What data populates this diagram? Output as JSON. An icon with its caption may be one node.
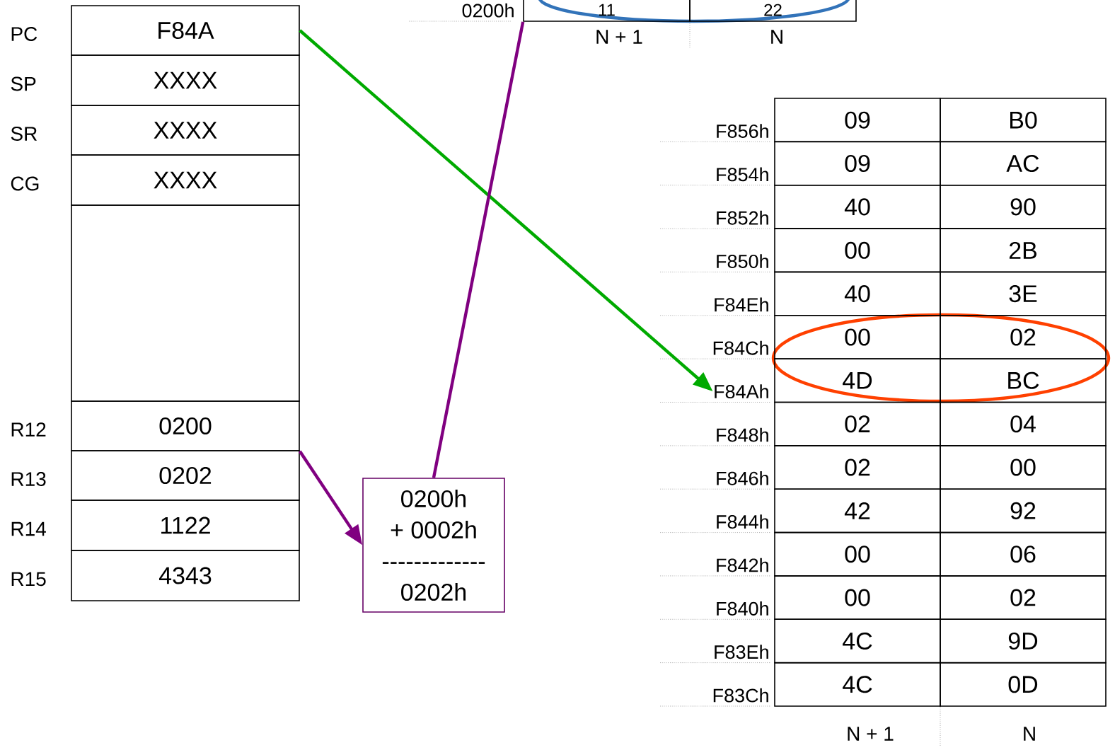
{
  "diagram": {
    "nodes": [
      {
        "text": [
          "F84A"
        ],
        "beside": [
          "PC"
        ]
      },
      {
        "text": [
          "XXXX"
        ],
        "beside": [
          "SP"
        ]
      },
      {
        "text": [
          "XXXX"
        ],
        "beside": [
          "SR"
        ]
      },
      {
        "text": [
          "XXXX"
        ],
        "beside": [
          "CG"
        ]
      },
      {
        "text": [],
        "shape": "box"
      },
      {
        "text": [
          "0200"
        ],
        "beside": [
          "R12"
        ]
      },
      {
        "text": [
          "0202"
        ],
        "beside": [
          "R13"
        ]
      },
      {
        "text": [
          "1122"
        ],
        "beside": [
          "R14"
        ]
      },
      {
        "text": [
          "4343"
        ],
        "beside": [
          "R15"
        ]
      },
      {
        "text": [
          "0200h"
        ]
      },
      {
        "text": [
          "11"
        ]
      },
      {
        "text": [
          "22"
        ]
      },
      {
        "text": [
          "0200h",
          "+ 0002h",
          "-------------",
          "0202h"
        ]
      },
      {
        "text": [
          "F856h"
        ]
      },
      {
        "text": [
          "09"
        ]
      },
      {
        "text": [
          "B0"
        ]
      },
      {
        "text": [
          "F854h"
        ]
      },
      {
        "text": [
          "09"
        ]
      },
      {
        "text": [
          "AC"
        ]
      },
      {
        "text": [
          "F852h"
        ]
      },
      {
        "text": [
          "40"
        ]
      },
      {
        "text": [
          "90"
        ]
      },
      {
        "text": [
          "F850h"
        ]
      },
      {
        "text": [
          "00"
        ]
      },
      {
        "text": [
          "2B"
        ]
      },
      {
        "text": [
          "F84Eh"
        ]
      },
      {
        "text": [
          "40"
        ]
      },
      {
        "text": [
          "3E"
        ]
      },
      {
        "text": [
          "F84Ch"
        ]
      },
      {
        "text": [
          "00"
        ]
      },
      {
        "text": [
          "02"
        ]
      },
      {
        "text": [
          "F84Ah"
        ]
      },
      {
        "text": [
          "4D"
        ]
      },
      {
        "text": [
          "BC"
        ]
      },
      {
        "text": [
          "F848h"
        ]
      },
      {
        "text": [
          "02"
        ]
      },
      {
        "text": [
          "04"
        ]
      },
      {
        "text": [
          "F846h"
        ]
      },
      {
        "text": [
          "02"
        ]
      },
      {
        "text": [
          "00"
        ]
      },
      {
        "text": [
          "F844h"
        ]
      },
      {
        "text": [
          "42"
        ]
      },
      {
        "text": [
          "92"
        ]
      },
      {
        "text": [
          "F842h"
        ]
      },
      {
        "text": [
          "00"
        ]
      },
      {
        "text": [
          "06"
        ]
      },
      {
        "text": [
          "F840h"
        ]
      },
      {
        "text": [
          "00"
        ]
      },
      {
        "text": [
          "02"
        ]
      },
      {
        "text": [
          "F83Eh"
        ]
      },
      {
        "text": [
          "4C"
        ]
      },
      {
        "text": [
          "9D"
        ]
      },
      {
        "text": [
          "F83Ch"
        ]
      },
      {
        "text": [
          "4C"
        ]
      },
      {
        "text": [
          "0D"
        ]
      }
    ],
    "edges": [
      {
        "from": 0,
        "to": 31,
        "arrow": "to",
        "color": "#00aa00"
      },
      {
        "from": 5,
        "to": 12,
        "arrow": "to"
      },
      {
        "from": 12,
        "to": 10,
        "arrow": "none"
      }
    ],
    "labels": [
      "N + 1",
      "N",
      "N + 1",
      "N"
    ]
  }
}
